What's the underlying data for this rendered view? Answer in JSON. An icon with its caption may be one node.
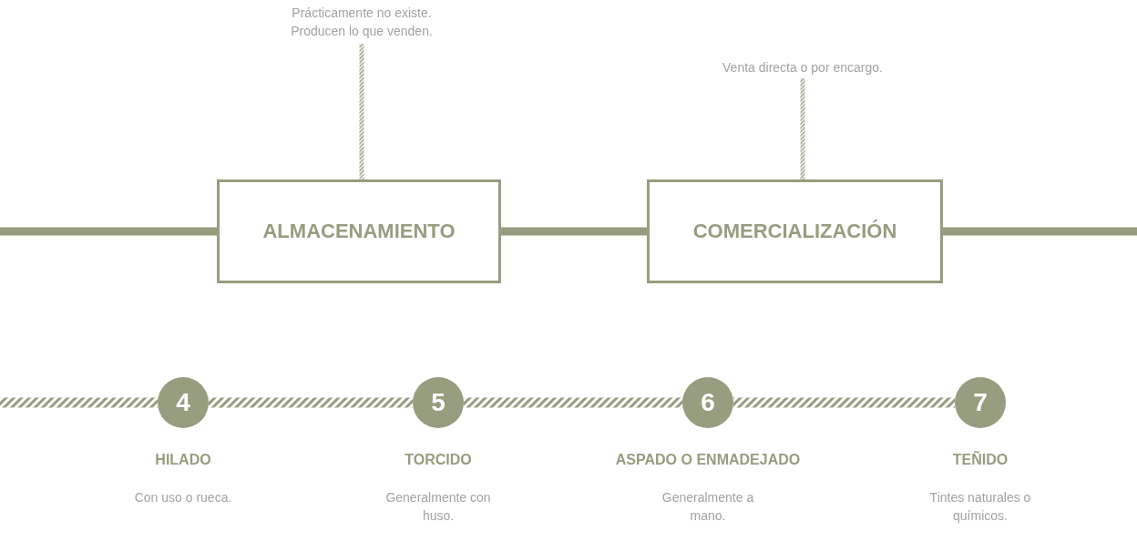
{
  "diagram": {
    "nodes": [
      {
        "text": [
          "Prácticamente no existe. Producen lo que venden."
        ]
      },
      {
        "text": [
          "ALMACENAMIENTO"
        ]
      },
      {
        "text": [
          "Venta directa o por encargo."
        ]
      },
      {
        "text": [
          "COMERCIALIZACIÓN"
        ]
      },
      {
        "text": [
          "4"
        ],
        "beside": [
          "HILADO",
          "Con uso o rueca."
        ]
      },
      {
        "text": [
          "5"
        ],
        "beside": [
          "TORCIDO",
          "Generalmente con huso."
        ]
      },
      {
        "text": [
          "6"
        ],
        "beside": [
          "ASPADO O ENMADEJADO",
          "Generalmente a mano."
        ]
      },
      {
        "text": [
          "7"
        ],
        "beside": [
          "TEÑIDO",
          "Tintes naturales o químicos."
        ]
      }
    ],
    "edges": [
      {
        "from": null,
        "to": 1,
        "arrow": "none"
      },
      {
        "from": 1,
        "to": 3,
        "arrow": "none"
      },
      {
        "from": 3,
        "to": null,
        "arrow": "none"
      },
      {
        "from": 0,
        "to": 1,
        "arrow": "none",
        "style": "dashed"
      },
      {
        "from": 2,
        "to": 3,
        "arrow": "none",
        "style": "dashed"
      },
      {
        "from": null,
        "to": 4,
        "arrow": "none",
        "style": "dashed"
      },
      {
        "from": 4,
        "to": 5,
        "arrow": "none",
        "style": "dashed"
      },
      {
        "from": 5,
        "to": 6,
        "arrow": "none",
        "style": "dashed"
      },
      {
        "from": 6,
        "to": 7,
        "arrow": "none",
        "style": "dashed"
      }
    ]
  }
}
